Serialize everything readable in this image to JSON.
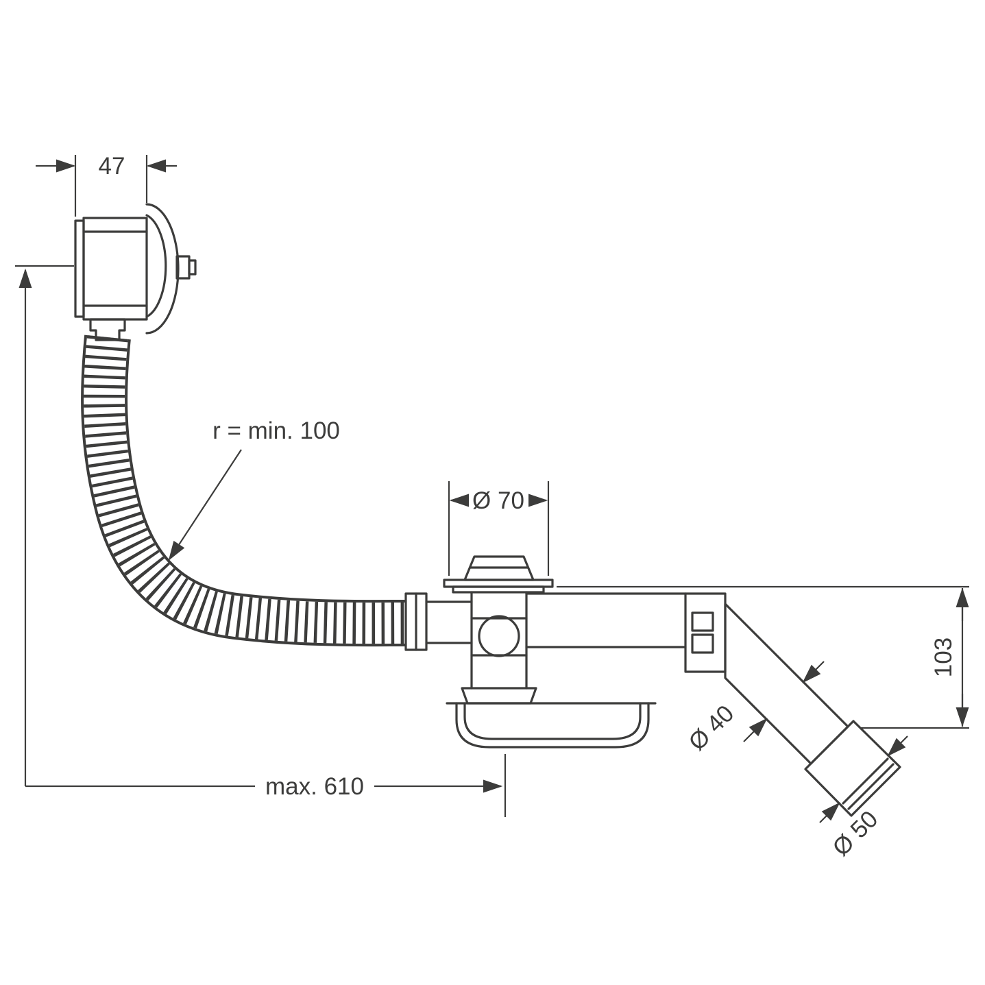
{
  "colors": {
    "line": "#3c3c3b",
    "background": "#ffffff"
  },
  "annotations": {
    "width_top": "47",
    "bend_radius": "r = min. 100",
    "drain_diameter": "Ø 70",
    "max_length": "max. 610",
    "outlet_height": "103",
    "pipe_diameter": "Ø 40",
    "sleeve_diameter": "Ø 50"
  }
}
